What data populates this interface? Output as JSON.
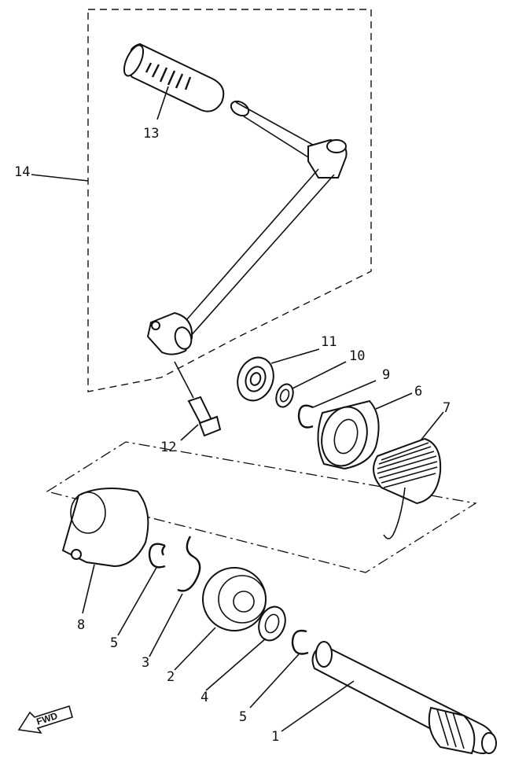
{
  "callouts": [
    {
      "id": "c1",
      "text": "1"
    },
    {
      "id": "c2",
      "text": "2"
    },
    {
      "id": "c3",
      "text": "3"
    },
    {
      "id": "c4",
      "text": "4"
    },
    {
      "id": "c5a",
      "text": "5"
    },
    {
      "id": "c5b",
      "text": "5"
    },
    {
      "id": "c6",
      "text": "6"
    },
    {
      "id": "c7",
      "text": "7"
    },
    {
      "id": "c8",
      "text": "8"
    },
    {
      "id": "c9",
      "text": "9"
    },
    {
      "id": "c10",
      "text": "10"
    },
    {
      "id": "c11",
      "text": "11"
    },
    {
      "id": "c12",
      "text": "12"
    },
    {
      "id": "c13",
      "text": "13"
    },
    {
      "id": "c14",
      "text": "14"
    }
  ],
  "fwd_marker": {
    "text": "FWD"
  }
}
